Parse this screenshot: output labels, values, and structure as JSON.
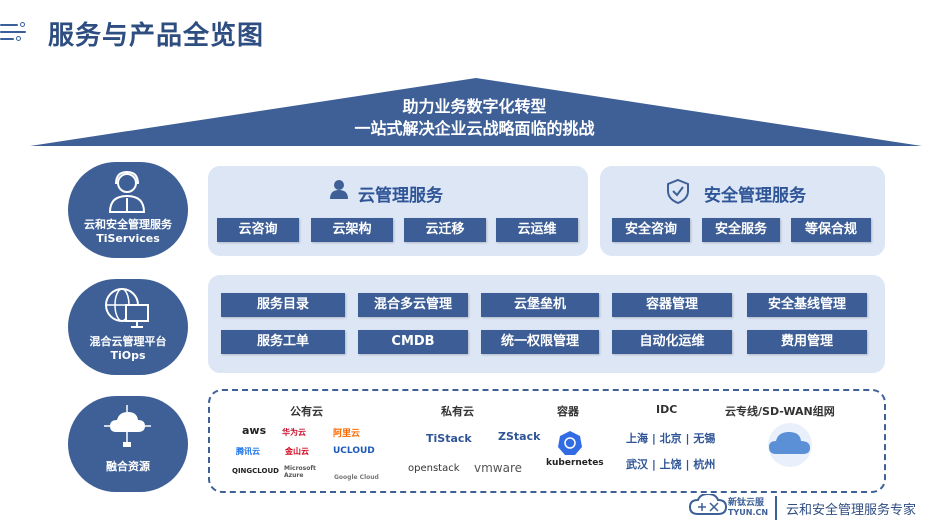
{
  "header": {
    "title": "服务与产品全览图"
  },
  "roof": {
    "line1": "助力业务数字化转型",
    "line2": "一站式解决企业云战略面临的挑战"
  },
  "sides": [
    {
      "line1": "云和安全管理服务",
      "line2": "TiServices"
    },
    {
      "line1": "混合云管理平台",
      "line2": "TiOps"
    },
    {
      "line1": "融合资源",
      "line2": ""
    }
  ],
  "cloud_mgmt": {
    "title": "云管理服务",
    "items": [
      "云咨询",
      "云架构",
      "云迁移",
      "云运维"
    ]
  },
  "security": {
    "title": "安全管理服务",
    "items": [
      "安全咨询",
      "安全服务",
      "等保合规"
    ]
  },
  "tiops": {
    "row1": [
      "服务目录",
      "混合多云管理",
      "云堡垒机",
      "容器管理",
      "安全基线管理"
    ],
    "row2": [
      "服务工单",
      "CMDB",
      "统一权限管理",
      "自动化运维",
      "费用管理"
    ]
  },
  "resources": {
    "public": {
      "title": "公有云",
      "logos": [
        "aws",
        "华为云",
        "阿里云",
        "腾讯云",
        "金山云",
        "UCLOUD",
        "QINGCLOUD",
        "Microsoft Azure",
        "Google Cloud"
      ]
    },
    "private": {
      "title": "私有云",
      "logos": [
        "TiStack",
        "ZStack",
        "openstack",
        "vmware"
      ]
    },
    "container": {
      "title": "容器",
      "logo": "kubernetes"
    },
    "idc": {
      "title": "IDC",
      "row1": "上海 | 北京 | 无锡",
      "row2": "武汉 | 上饶 | 杭州"
    },
    "sdwan": {
      "title": "云专线/SD-WAN组网"
    }
  },
  "footer": {
    "brand_cn": "新钛云服",
    "brand_en": "TYUN.CN",
    "tagline": "云和安全管理服务专家"
  },
  "colors": {
    "primary": "#3e6097",
    "panel": "#dce6f5",
    "title": "#2e4d80"
  }
}
